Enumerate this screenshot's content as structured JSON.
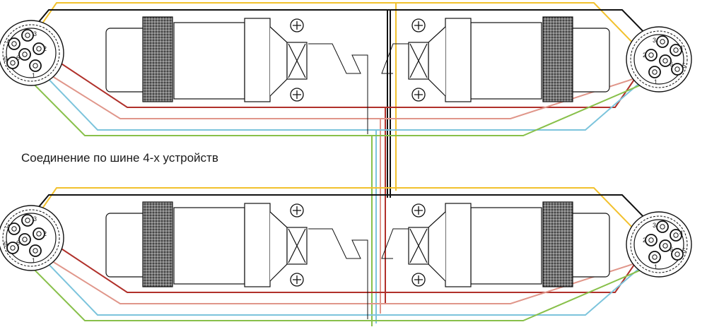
{
  "caption": "Соединение по шине 4-х устройств",
  "connector": {
    "pins": [
      "1",
      "2",
      "3",
      "4",
      "5",
      "6"
    ]
  },
  "wire_colors": {
    "yellow": "#f2c12e",
    "black": "#111111",
    "red": "#b0302a",
    "pink": "#e0968a",
    "blue": "#7cc4dc",
    "green": "#88c04a"
  }
}
